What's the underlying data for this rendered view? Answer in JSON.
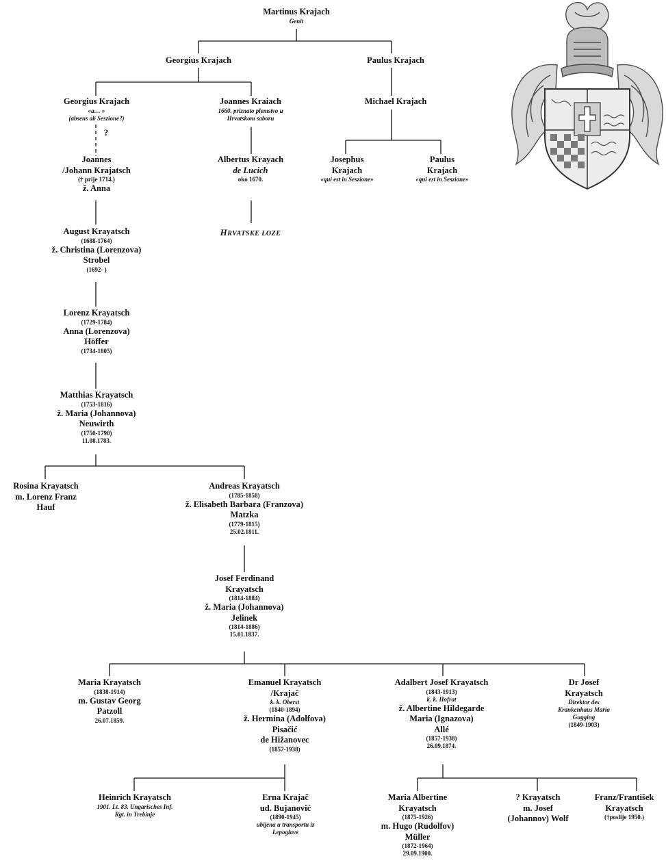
{
  "nodes": {
    "martinus": [
      "Martinus Krajach",
      "Genit"
    ],
    "georgius1": [
      "Georgius Krajach"
    ],
    "paulus1": [
      "Paulus Krajach"
    ],
    "georgius2": [
      "Georgius Krajach",
      "«a… »",
      "(absens ab Seszione?)"
    ],
    "question": "?",
    "joannes_kraiach": [
      "Joannes Kraiach",
      "1660. priznato plemstvo u",
      "Hrvatskom saboru"
    ],
    "michael": [
      "Michael Krajach"
    ],
    "joannes_johann": [
      "Joannes",
      "/Johann Krajatsch",
      "(† prije 1714.)",
      "ž. Anna"
    ],
    "albertus": [
      "Albertus Krayach",
      "de Lucich",
      "oko 1670."
    ],
    "josephus": [
      "Josephus",
      "Krajach",
      "«qui est in Seszione»"
    ],
    "paulus2": [
      "Paulus",
      "Krajach",
      "«qui est in Seszione»"
    ],
    "hrvatske_loze": {
      "first": "H",
      "rest": "RVATSKE LOZE"
    },
    "august": [
      "August Krayatsch",
      "(1688-1764)",
      "ž. Christina (Lorenzova)",
      "Strobel",
      "(1692- )"
    ],
    "lorenz": [
      "Lorenz Krayatsch",
      "(1729-1784)",
      "Anna (Lorenzova)",
      "Höffer",
      "(1734-1805)"
    ],
    "matthias": [
      "Matthias Krayatsch",
      "(1753-1816)",
      "ž. Maria (Johannova)",
      "Neuwirth",
      "(1750-1790)",
      "11.08.1783."
    ],
    "rosina": [
      "Rosina Krayatsch",
      "m. Lorenz Franz",
      "Hauf"
    ],
    "andreas": [
      "Andreas Krayatsch",
      "(1785-1858)",
      "ž. Elisabeth Barbara (Franzova)",
      "Matzka",
      "(1779-1815)",
      "25.02.1811."
    ],
    "josef_ferdinand": [
      "Josef Ferdinand",
      "Krayatsch",
      "(1814-1884)",
      "ž. Maria (Johannova)",
      "Jelinek",
      "(1814-1886)",
      "15.01.1837."
    ],
    "maria": [
      "Maria Krayatsch",
      "(1838-1914)",
      "m. Gustav Georg",
      "Patzoll",
      "26.07.1859."
    ],
    "emanuel": [
      "Emanuel Krayatsch",
      "/Krajač",
      "k. k. Oberst",
      "(1840-1894)",
      "ž. Hermina (Adolfova)",
      "Pisačić",
      "de Hižanovec",
      "(1857-1938)"
    ],
    "adalbert": [
      "Adalbert Josef Krayatsch",
      "(1843-1913)",
      "k. k. Hofrat",
      "ž. Albertine Hildegarde",
      "Maria (Ignazova)",
      "Allé",
      "(1857-1938)",
      "26.09.1874."
    ],
    "drjosef": [
      "Dr Josef",
      "Krayatsch",
      "Direktor des",
      "Krankenhaus Maria",
      "Gugging",
      "(1849-1903)"
    ],
    "heinrich": [
      "Heinrich Krayatsch",
      "1901. Lt. 83. Ungarisches Inf.",
      "Rgt. in Trebinje"
    ],
    "erna": [
      "Erna Krajač",
      "ud. Bujanović",
      "(1890-1945)",
      "ubijena u transportu iz",
      "Lepoglave"
    ],
    "maria_albertine": [
      "Maria Albertine",
      "Krayatsch",
      "(1875-1926)",
      "m. Hugo (Rudolfov)",
      "Müller",
      "(1872-1964)",
      "29.09.1900."
    ],
    "unknown": [
      "? Krayatsch",
      "m. Josef",
      "(Johannov) Wolf"
    ],
    "franz": [
      "Franz/František",
      "Krayatsch",
      "(†poslije 1950.)"
    ]
  }
}
